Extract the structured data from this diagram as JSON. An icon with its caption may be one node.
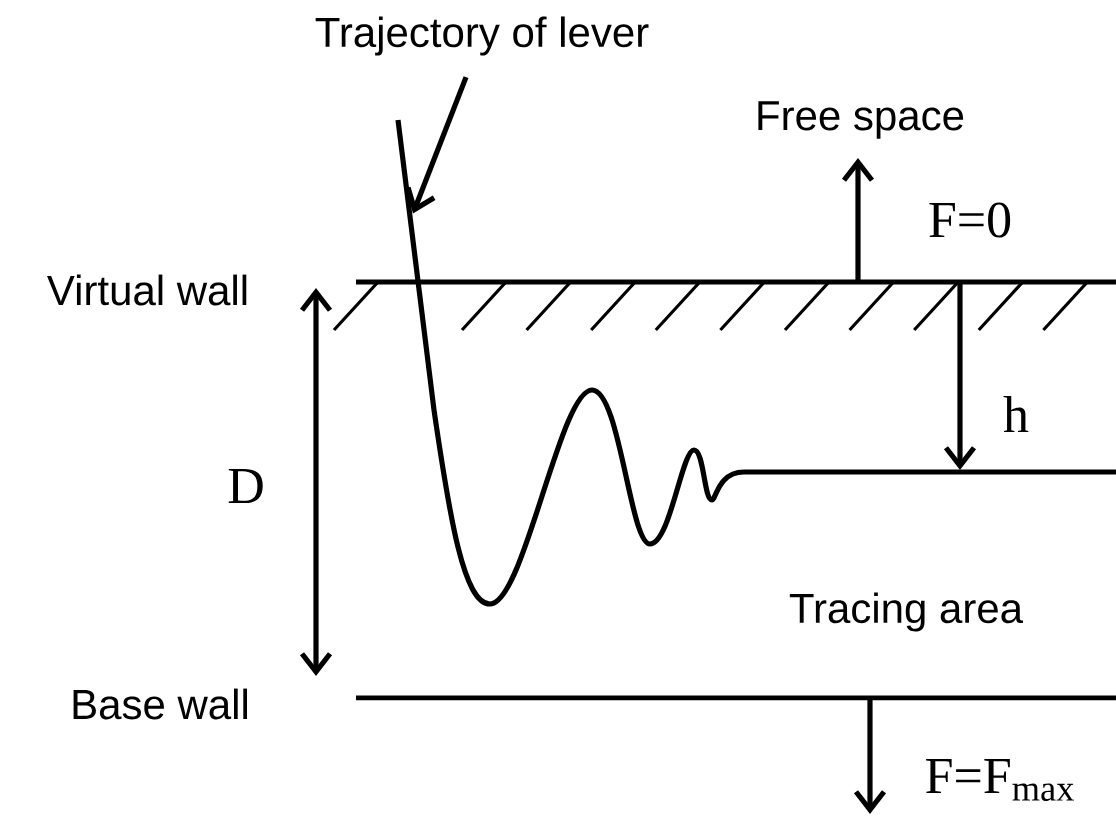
{
  "diagram": {
    "nodes": [
      {
        "text": [
          "Trajectory of lever"
        ]
      },
      {
        "text": [],
        "shape": "curve"
      }
    ],
    "edges": [
      {
        "from": 0,
        "to": 1,
        "arrow": "to"
      }
    ],
    "labels": [
      "Free space",
      "F=0",
      "Virtual wall",
      "h",
      "D",
      "Tracing area",
      "Base wall",
      "F=F$_{max}$"
    ]
  }
}
